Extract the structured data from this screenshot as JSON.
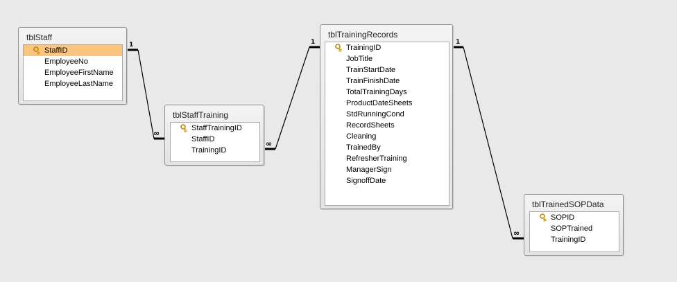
{
  "tables": {
    "staff": {
      "title": "tblStaff",
      "fields": [
        "StaffID",
        "EmployeeNo",
        "EmployeeFirstName",
        "EmployeeLastName"
      ],
      "key_field": "StaffID"
    },
    "staff_training": {
      "title": "tblStaffTraining",
      "fields": [
        "StaffTrainingID",
        "StaffID",
        "TrainingID"
      ],
      "key_field": "StaffTrainingID"
    },
    "training_records": {
      "title": "tblTrainingRecords",
      "fields": [
        "TrainingID",
        "JobTitle",
        "TrainStartDate",
        "TrainFinishDate",
        "TotalTrainingDays",
        "ProductDateSheets",
        "StdRunningCond",
        "RecordSheets",
        "Cleaning",
        "TrainedBy",
        "RefresherTraining",
        "ManagerSign",
        "SignoffDate"
      ],
      "key_field": "TrainingID"
    },
    "trained_sop": {
      "title": "tblTrainedSOPData",
      "fields": [
        "SOPID",
        "SOPTrained",
        "TrainingID"
      ],
      "key_field": "SOPID"
    }
  },
  "relationships": [
    {
      "one_label": "1",
      "many_label": "∞"
    },
    {
      "one_label": "1",
      "many_label": "∞"
    },
    {
      "one_label": "1",
      "many_label": "∞"
    }
  ],
  "colors": {
    "background": "#e9e9e9",
    "selected_row": "#fbc57f",
    "line": "#000000",
    "key_icon": "#d9a21b"
  }
}
